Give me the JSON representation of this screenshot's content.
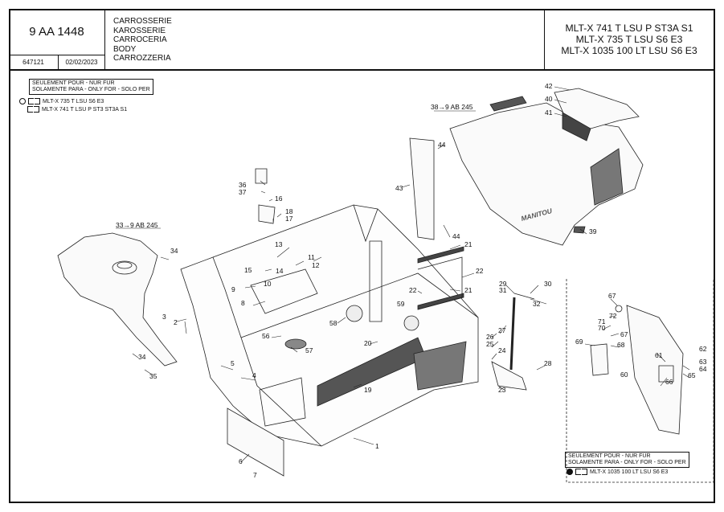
{
  "header": {
    "code": "9 AA 1448",
    "ref_number": "647121",
    "ref_date": "02/02/2023",
    "languages": [
      "CARROSSERIE",
      "KAROSSERIE",
      "CARROCERIA",
      "BODY",
      "CARROZZERIA"
    ],
    "models": [
      "MLT-X 741 T LSU P ST3A S1",
      "MLT-X 735 T LSU S6 E3",
      "MLT-X 1035 100 LT LSU S6 E3"
    ]
  },
  "note_top": {
    "title1": "SEULEMENT POUR - NUR FUR",
    "title2": "SOLAMENTE PARA - ONLY FOR - SOLO PER",
    "item1": "MLT-X 735 T LSU S6 E3",
    "item2": "MLT-X 741 T LSU P ST3 ST3A S1"
  },
  "note_bottom": {
    "title1": "SEULEMENT POUR - NUR FUR",
    "title2": "SOLAMENTE PARA - ONLY FOR - SOLO PER",
    "item1": "MLT-X 1035 100 LT LSU S6 E3"
  },
  "callouts": {
    "c33": "33→9 AB 245",
    "c38": "38→9 AB 245",
    "brand": "MANITOU"
  },
  "part_labels": [
    "1",
    "2",
    "3",
    "4",
    "5",
    "6",
    "7",
    "8",
    "9",
    "10",
    "11",
    "12",
    "13",
    "14",
    "15",
    "16",
    "17",
    "18",
    "19",
    "20",
    "21",
    "21",
    "22",
    "22",
    "23",
    "24",
    "25",
    "26",
    "27",
    "28",
    "29",
    "30",
    "31",
    "32",
    "34",
    "34",
    "35",
    "36",
    "37",
    "39",
    "40",
    "41",
    "42",
    "43",
    "44",
    "44",
    "56",
    "57",
    "58",
    "59",
    "60",
    "61",
    "62",
    "63",
    "64",
    "65",
    "66",
    "67",
    "67",
    "68",
    "69",
    "70",
    "71",
    "72"
  ]
}
